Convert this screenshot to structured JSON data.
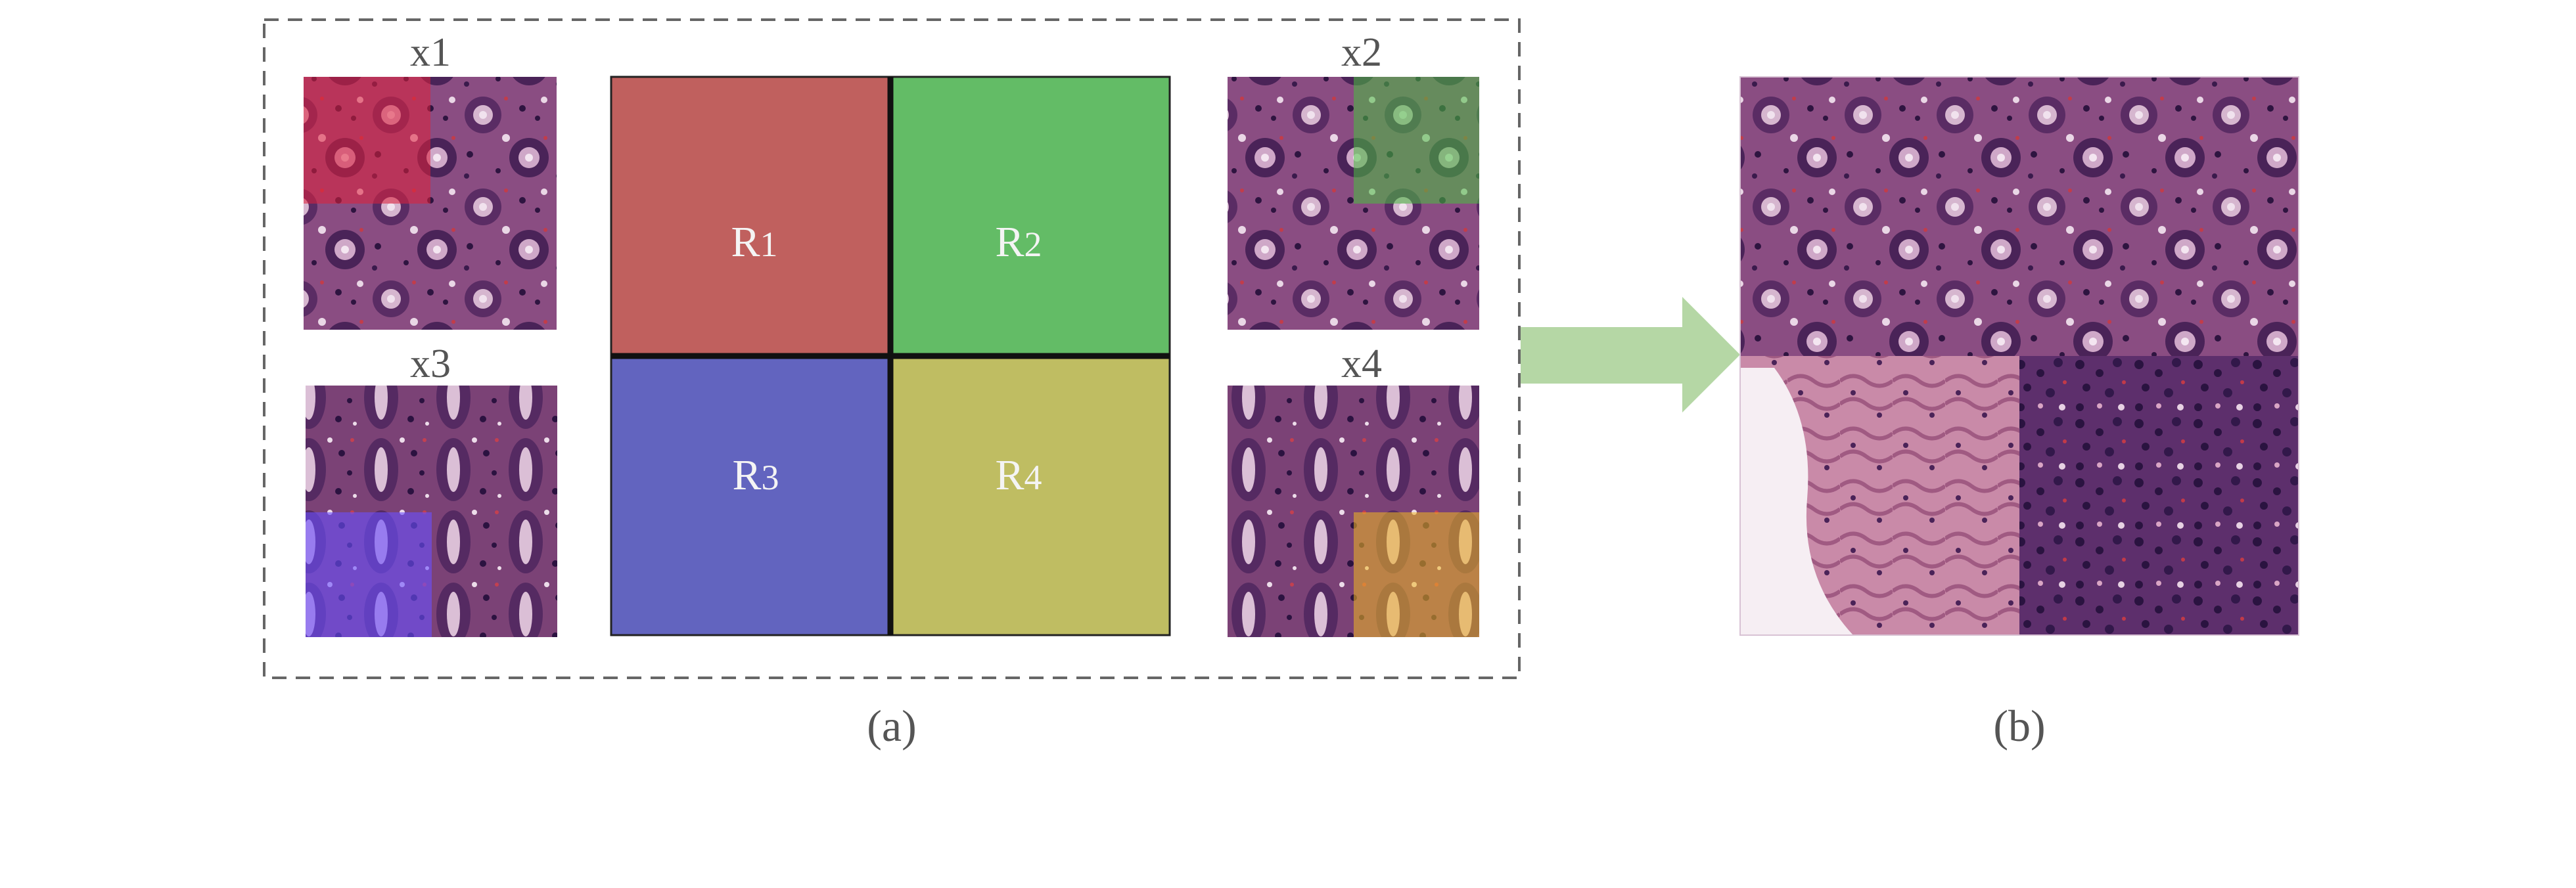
{
  "panel_a": {
    "caption": "(a)",
    "patches": [
      {
        "label": "x1",
        "highlight": "top-left",
        "highlight_color": "#e0203a"
      },
      {
        "label": "x2",
        "highlight": "top-right",
        "highlight_color": "#48c040"
      },
      {
        "label": "x3",
        "highlight": "bottom-left",
        "highlight_color": "#6a50ff"
      },
      {
        "label": "x4",
        "highlight": "bottom-right",
        "highlight_color": "#f0b820"
      }
    ],
    "regions": [
      {
        "letter": "R",
        "sub": "1",
        "color": "#c0605e"
      },
      {
        "letter": "R",
        "sub": "2",
        "color": "#63bc66"
      },
      {
        "letter": "R",
        "sub": "3",
        "color": "#6264bf"
      },
      {
        "letter": "R",
        "sub": "4",
        "color": "#bfbd62"
      }
    ]
  },
  "arrow": {
    "icon": "right-arrow-icon",
    "color": "#b5d7a5"
  },
  "panel_b": {
    "caption": "(b)"
  },
  "colors": {
    "tissue_base": "#8a4d82",
    "tissue_dark": "#3c1f52",
    "tissue_light": "#e6ccdf",
    "text": "#555555",
    "dashed_border": "#666666"
  }
}
